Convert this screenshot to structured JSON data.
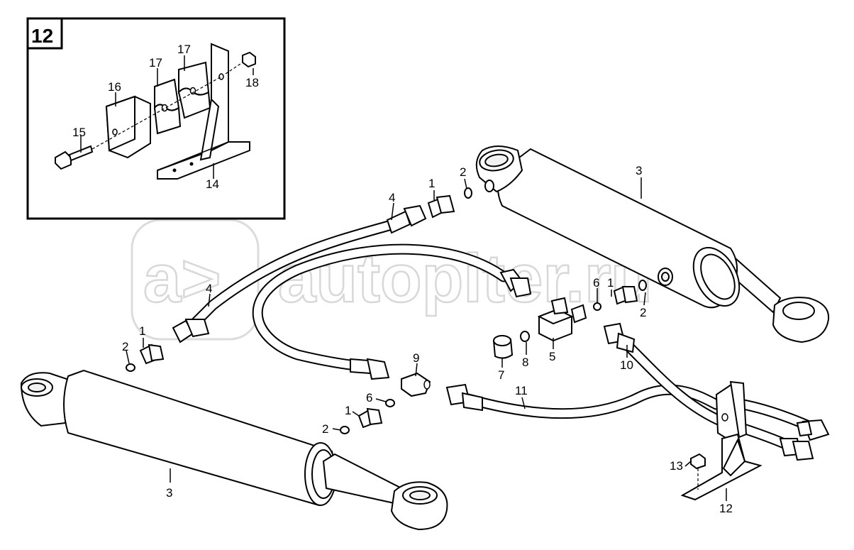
{
  "watermark": {
    "logo_text": "a>",
    "site_text": "autopiter.ru"
  },
  "inset": {
    "label": "12",
    "callouts": [
      "14",
      "15",
      "16",
      "17",
      "17",
      "18"
    ]
  },
  "callouts": [
    "1",
    "1",
    "1",
    "1",
    "2",
    "2",
    "2",
    "2",
    "3",
    "3",
    "4",
    "4",
    "5",
    "6",
    "6",
    "7",
    "8",
    "9",
    "10",
    "11",
    "12",
    "13"
  ]
}
